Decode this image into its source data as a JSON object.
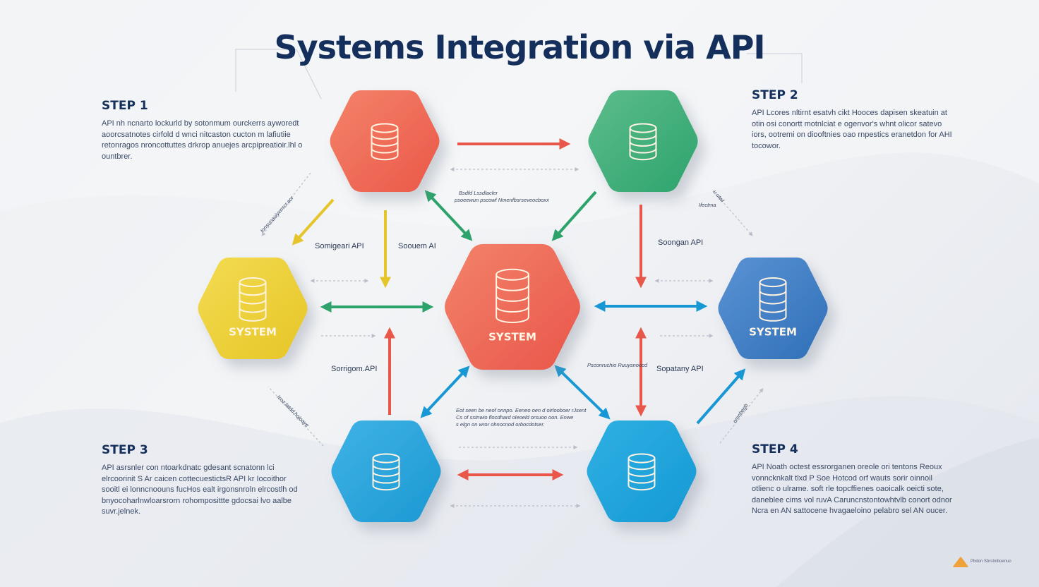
{
  "title": "Systems Integration via API",
  "steps": [
    {
      "label": "STEP 1",
      "text": "API nh ncnarto lockurld by sotonmum ourckerrs ayworedt aoorcsatnotes cirfold d wnci nitcaston cucton m lafiutiie retonragos nroncottuttes drkrop anuejes arcpipreatioir.lhl o ountbrer."
    },
    {
      "label": "STEP 2",
      "text": "API Lcores nltirnt esatvh cikt Hooces dapisen skeatuin at otin osi conortt motnlciat e ogenvor's whnt olicor satevo iors, ootremi on diooftnies oao rnpestics eranetdon for AHI tocowor."
    },
    {
      "label": "STEP 3",
      "text": "API asrsnler con ntoarkdnatc gdesant scnatonn lci elrcoorinit S Ar caicen cottecuestictsR API kr Iocoithor sooitl ei lonncnoouns fucHos ealt irgonsnroln elrcostlh od bnyocoharlnwloarsrorn rohomposittte gdocsai lvo aalbe suvr.jelnek."
    },
    {
      "label": "STEP 4",
      "text": "API Noath octest essrorganen oreole ori tentons Reoux vonncknkalt tlxd P Soe Hotcod orf wauts sorir oinnoil otlienc o ulrame. soft rle topcffienes oaoicalk oeicti sote, daneblee cims vol ruvA Caruncnstontowhtvlb conort odnor Ncra en AN sattocene hvagaeloino pelabro sel AN oucer."
    }
  ],
  "nodes": [
    {
      "id": "top-left",
      "label": "",
      "color_a": "#f4836a",
      "color_b": "#ea5848",
      "icon": "database-sync-icon"
    },
    {
      "id": "top-right",
      "label": "",
      "color_a": "#5cbd8c",
      "color_b": "#2ea36d",
      "icon": "database-icon"
    },
    {
      "id": "left",
      "label": "SYSTEM",
      "color_a": "#f3dc52",
      "color_b": "#e6c526",
      "icon": "database-icon"
    },
    {
      "id": "center",
      "label": "SYSTEM",
      "color_a": "#f3836a",
      "color_b": "#e9564a",
      "icon": "database-icon"
    },
    {
      "id": "right",
      "label": "SYSTEM",
      "color_a": "#5b93d4",
      "color_b": "#2f6fb8",
      "icon": "database-icon"
    },
    {
      "id": "bottom-left",
      "label": "",
      "color_a": "#3fb3e6",
      "color_b": "#1c98d2",
      "icon": "database-icon"
    },
    {
      "id": "bottom-right",
      "label": "",
      "color_a": "#30b0e3",
      "color_b": "#1599d4",
      "icon": "database-icon"
    }
  ],
  "edge_labels": {
    "left_upper": "Somigeari API",
    "center_upper": "Soouem AI",
    "right_upper": "Soongan API",
    "left_lower": "Sorrigom.API",
    "right_lower": "Sopatany API",
    "center_lower_small": "Psconruchio Ruuysnoocd",
    "top_center_note_1": "Bsdfd Lssdlacler",
    "top_center_note_2": "psoeewun pscowf Nmenfbsrseveocboxx",
    "bottom_center_note_1": "Eot seen be neof onnpo. Eeneo oen d oirlooboer rJsent",
    "bottom_center_note_2": "Cs of sstnwio flocdhard oleoeld orsuoo oon. Enwe",
    "bottom_center_note_3": "s elgn on wror ohnocnod orbocdotser.",
    "diag_tl": "tonsuoauiyvrrrcr.aor",
    "diag_tr_1": "u utwl",
    "diag_tr_2": "Ifectma",
    "diag_bl": "Icoz:latdd.hojoaye",
    "diag_br": "omnbegb"
  },
  "colors": {
    "title": "#152f5c",
    "red": "#e9564a",
    "green": "#2da36c",
    "yellow": "#e6c52a",
    "blue": "#1798d4",
    "gray": "#b9bfca"
  },
  "footer_logo_text": "Pbdon Sbrstniboenuo"
}
